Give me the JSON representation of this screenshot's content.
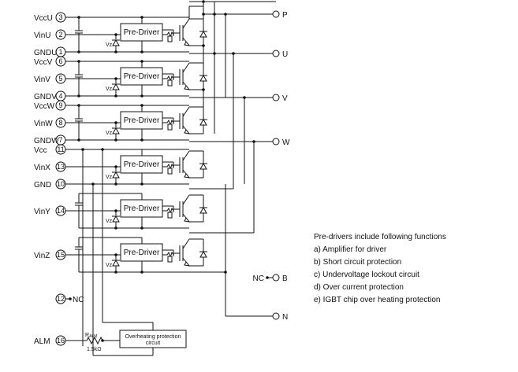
{
  "pins": [
    {
      "label": "VccU",
      "num": "3"
    },
    {
      "label": "VinU",
      "num": "2"
    },
    {
      "label": "GNDU",
      "num": "1"
    },
    {
      "label": "VccV",
      "num": "6"
    },
    {
      "label": "VinV",
      "num": "5"
    },
    {
      "label": "GNDV",
      "num": "4"
    },
    {
      "label": "VccW",
      "num": "9"
    },
    {
      "label": "VinW",
      "num": "8"
    },
    {
      "label": "GNDW",
      "num": "7"
    },
    {
      "label": "Vcc",
      "num": "11"
    },
    {
      "label": "VinX",
      "num": "13"
    },
    {
      "label": "GND",
      "num": "10"
    },
    {
      "label": "VinY",
      "num": "14"
    },
    {
      "label": "VinZ",
      "num": "15"
    },
    {
      "label": "",
      "num": "12"
    },
    {
      "label": "ALM",
      "num": "16"
    }
  ],
  "nc_pin_label": "NC",
  "drivers": [
    {
      "label": "Pre-Driver",
      "vz": "Vz"
    },
    {
      "label": "Pre-Driver",
      "vz": "Vz"
    },
    {
      "label": "Pre-Driver",
      "vz": "Vz"
    },
    {
      "label": "Pre-Driver",
      "vz": "Vz"
    },
    {
      "label": "Pre-Driver",
      "vz": "Vz"
    },
    {
      "label": "Pre-Driver",
      "vz": "Vz"
    }
  ],
  "outputs": [
    {
      "label": "P"
    },
    {
      "label": "U"
    },
    {
      "label": "V"
    },
    {
      "label": "W"
    },
    {
      "label": "B",
      "nc": "NC"
    },
    {
      "label": "N"
    }
  ],
  "overheat": {
    "line1": "Overheating protection",
    "line2": "circuit"
  },
  "ralm": {
    "main": "R",
    "sub": "ALM",
    "value": "1.5kΩ"
  },
  "notes": {
    "title": "Pre-drivers include following functions",
    "items": [
      "a) Amplifier for driver",
      "b) Short circuit protection",
      "c) Undervoltage lockout circuit",
      "d) Over current protection",
      "e) IGBT chip over heating protection"
    ]
  }
}
